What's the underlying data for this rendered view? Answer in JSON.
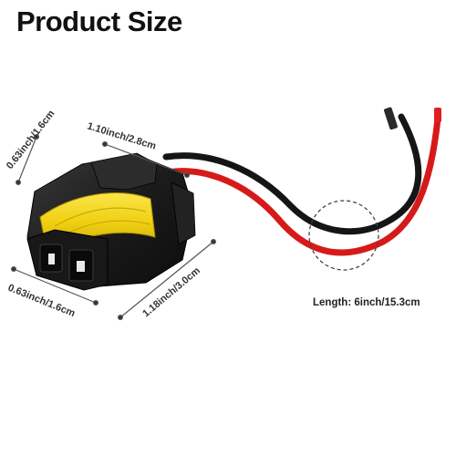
{
  "title": "Product Size",
  "dimensions": {
    "top_width": "1.10inch/2.8cm",
    "left_height": "0.63inch/1.6cm",
    "bottom_left": "0.63inch/1.6cm",
    "bottom_length": "1.18inch/3.0cm",
    "wire_length": "Length: 6inch/15.3cm"
  },
  "colors": {
    "connector_body": "#1a1a1a",
    "seal_ring": "#f2d21a",
    "wire_red": "#d61a1a",
    "wire_black": "#151515"
  }
}
